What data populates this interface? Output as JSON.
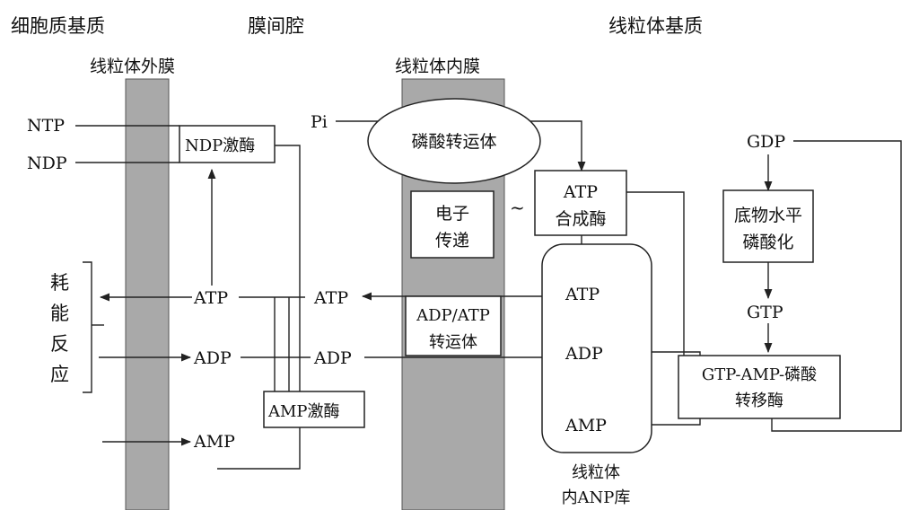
{
  "regions": {
    "cytoplasm": "细胞质基质",
    "intermembrane": "膜间腔",
    "matrix": "线粒体基质"
  },
  "membranes": {
    "outer": "线粒体外膜",
    "inner": "线粒体内膜"
  },
  "molecules": {
    "ntp": "NTP",
    "ndp": "NDP",
    "pi": "Pi",
    "gdp": "GDP",
    "gtp": "GTP",
    "atp": "ATP",
    "adp": "ADP",
    "amp": "AMP"
  },
  "boxes": {
    "ndp_kinase": "NDP激酶",
    "amp_kinase": "AMP激酶",
    "phosphate_transporter": "磷酸转运体",
    "atp_synthase_1": "ATP",
    "atp_synthase_2": "合成酶",
    "electron_transport_1": "电子",
    "electron_transport_2": "传递",
    "adp_atp_transporter_1": "ADP/ATP",
    "adp_atp_transporter_2": "转运体",
    "substrate_phos_1": "底物水平",
    "substrate_phos_2": "磷酸化",
    "gtp_amp_1": "GTP-AMP-磷酸",
    "gtp_amp_2": "转移酶"
  },
  "energy_reaction": [
    "耗",
    "能",
    "反",
    "应"
  ],
  "coupling_symbol": "~",
  "anp_pool": [
    "线粒体",
    "内ANP库"
  ]
}
